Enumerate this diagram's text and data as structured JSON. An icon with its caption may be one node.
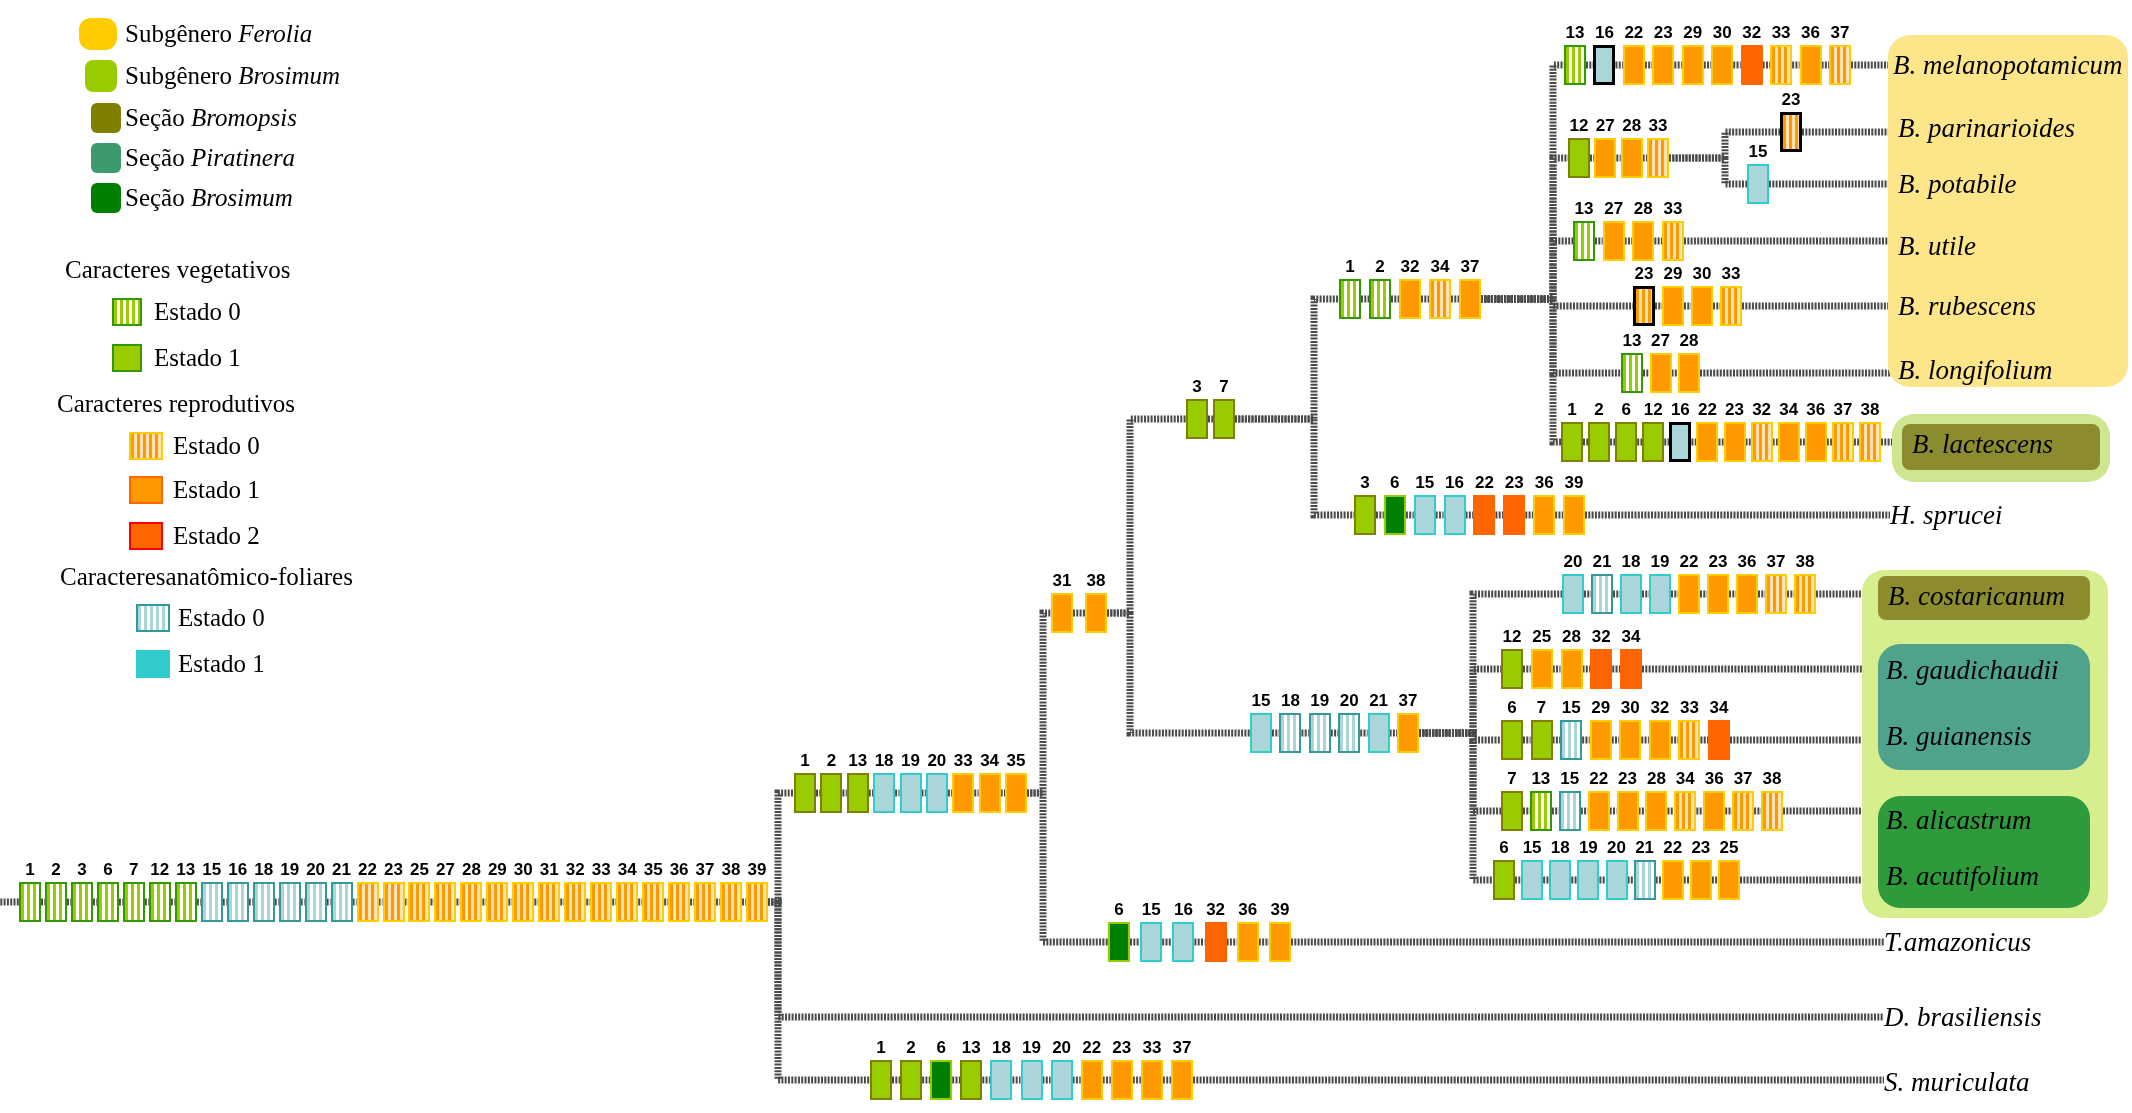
{
  "diagram": {
    "nodes": [
      {
        "text": [
          "1"
        ]
      },
      {
        "text": [
          "2"
        ]
      },
      {
        "text": [
          "3"
        ]
      },
      {
        "text": [
          "6"
        ]
      },
      {
        "text": [
          "7"
        ]
      },
      {
        "text": [
          "12"
        ]
      },
      {
        "text": [
          "13"
        ]
      },
      {
        "text": [
          "15"
        ]
      },
      {
        "text": [
          "16"
        ]
      },
      {
        "text": [
          "18"
        ]
      },
      {
        "text": [
          "19"
        ]
      },
      {
        "text": [
          "20"
        ]
      },
      {
        "text": [
          "21"
        ]
      },
      {
        "text": [
          "22"
        ]
      },
      {
        "text": [
          "23"
        ]
      },
      {
        "text": [
          "25"
        ]
      },
      {
        "text": [
          "27"
        ]
      },
      {
        "text": [
          "28"
        ]
      },
      {
        "text": [
          "29"
        ]
      },
      {
        "text": [
          "30"
        ]
      },
      {
        "text": [
          "31"
        ]
      },
      {
        "text": [
          "32"
        ]
      },
      {
        "text": [
          "33"
        ]
      },
      {
        "text": [
          "34"
        ]
      },
      {
        "text": [
          "35"
        ]
      },
      {
        "text": [
          "36"
        ]
      },
      {
        "text": [
          "37"
        ]
      },
      {
        "text": [
          "38"
        ]
      },
      {
        "text": [
          "39"
        ]
      },
      {
        "text": [
          "1"
        ]
      },
      {
        "text": [
          "2"
        ]
      },
      {
        "text": [
          "13"
        ]
      },
      {
        "text": [
          "18"
        ]
      },
      {
        "text": [
          "19"
        ]
      },
      {
        "text": [
          "20"
        ]
      },
      {
        "text": [
          "33"
        ]
      },
      {
        "text": [
          "34"
        ]
      },
      {
        "text": [
          "35"
        ]
      },
      {
        "text": [
          "31"
        ]
      },
      {
        "text": [
          "38"
        ]
      },
      {
        "text": [
          "3"
        ]
      },
      {
        "text": [
          "7"
        ]
      },
      {
        "text": [
          "1"
        ]
      },
      {
        "text": [
          "2"
        ]
      },
      {
        "text": [
          "32"
        ]
      },
      {
        "text": [
          "34"
        ]
      },
      {
        "text": [
          "37"
        ]
      },
      {
        "text": [
          "13"
        ]
      },
      {
        "text": [
          "16"
        ]
      },
      {
        "text": [
          "22"
        ]
      },
      {
        "text": [
          "23"
        ]
      },
      {
        "text": [
          "29"
        ]
      },
      {
        "text": [
          "30"
        ]
      },
      {
        "text": [
          "32"
        ]
      },
      {
        "text": [
          "33"
        ]
      },
      {
        "text": [
          "36"
        ]
      },
      {
        "text": [
          "37"
        ]
      },
      {
        "text": [
          "12"
        ]
      },
      {
        "text": [
          "27"
        ]
      },
      {
        "text": [
          "28"
        ]
      },
      {
        "text": [
          "33"
        ]
      },
      {
        "text": [
          "23"
        ]
      },
      {
        "text": [
          "15"
        ]
      },
      {
        "text": [
          "13"
        ]
      },
      {
        "text": [
          "27"
        ]
      },
      {
        "text": [
          "28"
        ]
      },
      {
        "text": [
          "33"
        ]
      },
      {
        "text": [
          "23"
        ]
      },
      {
        "text": [
          "29"
        ]
      },
      {
        "text": [
          "30"
        ]
      },
      {
        "text": [
          "33"
        ]
      },
      {
        "text": [
          "13"
        ]
      },
      {
        "text": [
          "27"
        ]
      },
      {
        "text": [
          "28"
        ]
      },
      {
        "text": [
          "1"
        ]
      },
      {
        "text": [
          "2"
        ]
      },
      {
        "text": [
          "6"
        ]
      },
      {
        "text": [
          "12"
        ]
      },
      {
        "text": [
          "16"
        ]
      },
      {
        "text": [
          "22"
        ]
      },
      {
        "text": [
          "23"
        ]
      },
      {
        "text": [
          "32"
        ]
      },
      {
        "text": [
          "34"
        ]
      },
      {
        "text": [
          "36"
        ]
      },
      {
        "text": [
          "37"
        ]
      },
      {
        "text": [
          "38"
        ]
      },
      {
        "text": [
          "3"
        ]
      },
      {
        "text": [
          "6"
        ]
      },
      {
        "text": [
          "15"
        ]
      },
      {
        "text": [
          "16"
        ]
      },
      {
        "text": [
          "22"
        ]
      },
      {
        "text": [
          "23"
        ]
      },
      {
        "text": [
          "36"
        ]
      },
      {
        "text": [
          "39"
        ]
      },
      {
        "text": [
          "15"
        ]
      },
      {
        "text": [
          "18"
        ]
      },
      {
        "text": [
          "19"
        ]
      },
      {
        "text": [
          "20"
        ]
      },
      {
        "text": [
          "21"
        ]
      },
      {
        "text": [
          "37"
        ]
      },
      {
        "text": [
          "20"
        ]
      },
      {
        "text": [
          "21"
        ]
      },
      {
        "text": [
          "18"
        ]
      },
      {
        "text": [
          "19"
        ]
      },
      {
        "text": [
          "22"
        ]
      },
      {
        "text": [
          "23"
        ]
      },
      {
        "text": [
          "36"
        ]
      },
      {
        "text": [
          "37"
        ]
      },
      {
        "text": [
          "38"
        ]
      },
      {
        "text": [
          "12"
        ]
      },
      {
        "text": [
          "25"
        ]
      },
      {
        "text": [
          "28"
        ]
      },
      {
        "text": [
          "32"
        ]
      },
      {
        "text": [
          "34"
        ]
      },
      {
        "text": [
          "6"
        ]
      },
      {
        "text": [
          "7"
        ]
      },
      {
        "text": [
          "15"
        ]
      },
      {
        "text": [
          "29"
        ]
      },
      {
        "text": [
          "30"
        ]
      },
      {
        "text": [
          "32"
        ]
      },
      {
        "text": [
          "33"
        ]
      },
      {
        "text": [
          "34"
        ]
      },
      {
        "text": [
          "7"
        ]
      },
      {
        "text": [
          "13"
        ]
      },
      {
        "text": [
          "15"
        ]
      },
      {
        "text": [
          "22"
        ]
      },
      {
        "text": [
          "23"
        ]
      },
      {
        "text": [
          "28"
        ]
      },
      {
        "text": [
          "34"
        ]
      },
      {
        "text": [
          "36"
        ]
      },
      {
        "text": [
          "37"
        ]
      },
      {
        "text": [
          "38"
        ]
      },
      {
        "text": [
          "6"
        ]
      },
      {
        "text": [
          "15"
        ]
      },
      {
        "text": [
          "18"
        ]
      },
      {
        "text": [
          "19"
        ]
      },
      {
        "text": [
          "20"
        ]
      },
      {
        "text": [
          "21"
        ]
      },
      {
        "text": [
          "22"
        ]
      },
      {
        "text": [
          "23"
        ]
      },
      {
        "text": [
          "25"
        ]
      },
      {
        "text": [
          "6"
        ]
      },
      {
        "text": [
          "15"
        ]
      },
      {
        "text": [
          "16"
        ]
      },
      {
        "text": [
          "32"
        ]
      },
      {
        "text": [
          "36"
        ]
      },
      {
        "text": [
          "39"
        ]
      },
      {
        "text": [
          "1"
        ]
      },
      {
        "text": [
          "2"
        ]
      },
      {
        "text": [
          "6"
        ]
      },
      {
        "text": [
          "13"
        ]
      },
      {
        "text": [
          "18"
        ]
      },
      {
        "text": [
          "19"
        ]
      },
      {
        "text": [
          "20"
        ]
      },
      {
        "text": [
          "22"
        ]
      },
      {
        "text": [
          "23"
        ]
      },
      {
        "text": [
          "33"
        ]
      },
      {
        "text": [
          "37"
        ]
      },
      {
        "text": [],
        "shape": "box"
      },
      {
        "text": [
          "B. melanopotamicum"
        ],
        "in": 158
      },
      {
        "text": [
          "B. parinarioides"
        ],
        "in": 158
      },
      {
        "text": [
          "B. potabile"
        ],
        "in": 158
      },
      {
        "text": [
          "B. utile"
        ],
        "in": 158
      },
      {
        "text": [
          "B. rubescens"
        ],
        "in": 158
      },
      {
        "text": [
          "B. longifolium"
        ],
        "in": 158
      },
      {
        "text": [],
        "shape": "box"
      },
      {
        "text": [
          "B. lactescens"
        ],
        "in": 165
      },
      {
        "text": [
          "H. sprucei"
        ]
      },
      {
        "text": [],
        "shape": "box"
      },
      {
        "text": [
          "B. costaricanum"
        ],
        "in": 168
      },
      {
        "text": [],
        "shape": "box",
        "in": 168
      },
      {
        "text": [
          "B. gaudichaudii"
        ],
        "in": 170
      },
      {
        "text": [
          "B. guianensis"
        ],
        "in": 170
      },
      {
        "text": [],
        "shape": "box",
        "in": 168
      },
      {
        "text": [
          "B. alicastrum"
        ],
        "in": 173
      },
      {
        "text": [
          "B. acutifolium"
        ],
        "in": 173
      },
      {
        "text": [
          "T.amazonicus"
        ]
      },
      {
        "text": [
          "D. brasiliensis"
        ]
      },
      {
        "text": [
          "S. muriculata"
        ]
      }
    ],
    "edges": [
      {
        "from": null,
        "to": 0,
        "arrow": "none"
      },
      {
        "from": 0,
        "to": 1,
        "arrow": "none"
      },
      {
        "from": 1,
        "to": 2,
        "arrow": "none"
      },
      {
        "from": 2,
        "to": 3,
        "arrow": "none"
      },
      {
        "from": 3,
        "to": 4,
        "arrow": "none"
      },
      {
        "from": 4,
        "to": 5,
        "arrow": "none"
      },
      {
        "from": 5,
        "to": 6,
        "arrow": "none"
      },
      {
        "from": 6,
        "to": 7,
        "arrow": "none"
      },
      {
        "from": 7,
        "to": 8,
        "arrow": "none"
      },
      {
        "from": 8,
        "to": 9,
        "arrow": "none"
      },
      {
        "from": 9,
        "to": 10,
        "arrow": "none"
      },
      {
        "from": 10,
        "to": 11,
        "arrow": "none"
      },
      {
        "from": 11,
        "to": 12,
        "arrow": "none"
      },
      {
        "from": 12,
        "to": 13,
        "arrow": "none"
      },
      {
        "from": 13,
        "to": 14,
        "arrow": "none"
      },
      {
        "from": 14,
        "to": 15,
        "arrow": "none"
      },
      {
        "from": 15,
        "to": 16,
        "arrow": "none"
      },
      {
        "from": 16,
        "to": 17,
        "arrow": "none"
      },
      {
        "from": 17,
        "to": 18,
        "arrow": "none"
      },
      {
        "from": 18,
        "to": 19,
        "arrow": "none"
      },
      {
        "from": 19,
        "to": 20,
        "arrow": "none"
      },
      {
        "from": 20,
        "to": 21,
        "arrow": "none"
      },
      {
        "from": 21,
        "to": 22,
        "arrow": "none"
      },
      {
        "from": 22,
        "to": 23,
        "arrow": "none"
      },
      {
        "from": 23,
        "to": 24,
        "arrow": "none"
      },
      {
        "from": 24,
        "to": 25,
        "arrow": "none"
      },
      {
        "from": 25,
        "to": 26,
        "arrow": "none"
      },
      {
        "from": 26,
        "to": 27,
        "arrow": "none"
      },
      {
        "from": 27,
        "to": 28,
        "arrow": "none"
      },
      {
        "from": 28,
        "to": 29,
        "arrow": "none"
      },
      {
        "from": 28,
        "to": 177,
        "arrow": "none"
      },
      {
        "from": 28,
        "to": 147,
        "arrow": "none"
      },
      {
        "from": 29,
        "to": 30,
        "arrow": "none"
      },
      {
        "from": 30,
        "to": 31,
        "arrow": "none"
      },
      {
        "from": 31,
        "to": 32,
        "arrow": "none"
      },
      {
        "from": 32,
        "to": 33,
        "arrow": "none"
      },
      {
        "from": 33,
        "to": 34,
        "arrow": "none"
      },
      {
        "from": 34,
        "to": 35,
        "arrow": "none"
      },
      {
        "from": 35,
        "to": 36,
        "arrow": "none"
      },
      {
        "from": 36,
        "to": 37,
        "arrow": "none"
      },
      {
        "from": 37,
        "to": 38,
        "arrow": "none"
      },
      {
        "from": 37,
        "to": 141,
        "arrow": "none"
      },
      {
        "from": 38,
        "to": 39,
        "arrow": "none"
      },
      {
        "from": 39,
        "to": 40,
        "arrow": "none"
      },
      {
        "from": 39,
        "to": 94,
        "arrow": "none"
      },
      {
        "from": 40,
        "to": 41,
        "arrow": "none"
      },
      {
        "from": 41,
        "to": 42,
        "arrow": "none"
      },
      {
        "from": 41,
        "to": 86,
        "arrow": "none"
      },
      {
        "from": 42,
        "to": 43,
        "arrow": "none"
      },
      {
        "from": 43,
        "to": 44,
        "arrow": "none"
      },
      {
        "from": 44,
        "to": 45,
        "arrow": "none"
      },
      {
        "from": 45,
        "to": 46,
        "arrow": "none"
      },
      {
        "from": 46,
        "to": 47,
        "arrow": "none"
      },
      {
        "from": 46,
        "to": 57,
        "arrow": "none"
      },
      {
        "from": 46,
        "to": 63,
        "arrow": "none"
      },
      {
        "from": 46,
        "to": 67,
        "arrow": "none"
      },
      {
        "from": 46,
        "to": 71,
        "arrow": "none"
      },
      {
        "from": 46,
        "to": 74,
        "arrow": "none"
      },
      {
        "from": 47,
        "to": 48,
        "arrow": "none"
      },
      {
        "from": 48,
        "to": 49,
        "arrow": "none"
      },
      {
        "from": 49,
        "to": 50,
        "arrow": "none"
      },
      {
        "from": 50,
        "to": 51,
        "arrow": "none"
      },
      {
        "from": 51,
        "to": 52,
        "arrow": "none"
      },
      {
        "from": 52,
        "to": 53,
        "arrow": "none"
      },
      {
        "from": 53,
        "to": 54,
        "arrow": "none"
      },
      {
        "from": 54,
        "to": 55,
        "arrow": "none"
      },
      {
        "from": 55,
        "to": 56,
        "arrow": "none"
      },
      {
        "from": 56,
        "to": 159,
        "arrow": "none"
      },
      {
        "from": 57,
        "to": 58,
        "arrow": "none"
      },
      {
        "from": 58,
        "to": 59,
        "arrow": "none"
      },
      {
        "from": 59,
        "to": 60,
        "arrow": "none"
      },
      {
        "from": 60,
        "to": 61,
        "arrow": "none"
      },
      {
        "from": 60,
        "to": 62,
        "arrow": "none"
      },
      {
        "from": 61,
        "to": 160,
        "arrow": "none"
      },
      {
        "from": 62,
        "to": 161,
        "arrow": "none"
      },
      {
        "from": 63,
        "to": 64,
        "arrow": "none"
      },
      {
        "from": 64,
        "to": 65,
        "arrow": "none"
      },
      {
        "from": 65,
        "to": 66,
        "arrow": "none"
      },
      {
        "from": 66,
        "to": 162,
        "arrow": "none"
      },
      {
        "from": 67,
        "to": 68,
        "arrow": "none"
      },
      {
        "from": 68,
        "to": 69,
        "arrow": "none"
      },
      {
        "from": 69,
        "to": 70,
        "arrow": "none"
      },
      {
        "from": 70,
        "to": 163,
        "arrow": "none"
      },
      {
        "from": 71,
        "to": 72,
        "arrow": "none"
      },
      {
        "from": 72,
        "to": 73,
        "arrow": "none"
      },
      {
        "from": 73,
        "to": 164,
        "arrow": "none"
      },
      {
        "from": 74,
        "to": 75,
        "arrow": "none"
      },
      {
        "from": 75,
        "to": 76,
        "arrow": "none"
      },
      {
        "from": 76,
        "to": 77,
        "arrow": "none"
      },
      {
        "from": 77,
        "to": 78,
        "arrow": "none"
      },
      {
        "from": 78,
        "to": 79,
        "arrow": "none"
      },
      {
        "from": 79,
        "to": 80,
        "arrow": "none"
      },
      {
        "from": 80,
        "to": 81,
        "arrow": "none"
      },
      {
        "from": 81,
        "to": 82,
        "arrow": "none"
      },
      {
        "from": 82,
        "to": 83,
        "arrow": "none"
      },
      {
        "from": 83,
        "to": 84,
        "arrow": "none"
      },
      {
        "from": 84,
        "to": 85,
        "arrow": "none"
      },
      {
        "from": 85,
        "to": 166,
        "arrow": "none"
      },
      {
        "from": 86,
        "to": 87,
        "arrow": "none"
      },
      {
        "from": 87,
        "to": 88,
        "arrow": "none"
      },
      {
        "from": 88,
        "to": 89,
        "arrow": "none"
      },
      {
        "from": 89,
        "to": 90,
        "arrow": "none"
      },
      {
        "from": 90,
        "to": 91,
        "arrow": "none"
      },
      {
        "from": 91,
        "to": 92,
        "arrow": "none"
      },
      {
        "from": 92,
        "to": 93,
        "arrow": "none"
      },
      {
        "from": 93,
        "to": 167,
        "arrow": "none"
      },
      {
        "from": 94,
        "to": 95,
        "arrow": "none"
      },
      {
        "from": 95,
        "to": 96,
        "arrow": "none"
      },
      {
        "from": 96,
        "to": 97,
        "arrow": "none"
      },
      {
        "from": 97,
        "to": 98,
        "arrow": "none"
      },
      {
        "from": 98,
        "to": 99,
        "arrow": "none"
      },
      {
        "from": 99,
        "to": 100,
        "arrow": "none"
      },
      {
        "from": 99,
        "to": 109,
        "arrow": "none"
      },
      {
        "from": 99,
        "to": 114,
        "arrow": "none"
      },
      {
        "from": 99,
        "to": 122,
        "arrow": "none"
      },
      {
        "from": 99,
        "to": 132,
        "arrow": "none"
      },
      {
        "from": 100,
        "to": 101,
        "arrow": "none"
      },
      {
        "from": 101,
        "to": 102,
        "arrow": "none"
      },
      {
        "from": 102,
        "to": 103,
        "arrow": "none"
      },
      {
        "from": 103,
        "to": 104,
        "arrow": "none"
      },
      {
        "from": 104,
        "to": 105,
        "arrow": "none"
      },
      {
        "from": 105,
        "to": 106,
        "arrow": "none"
      },
      {
        "from": 106,
        "to": 107,
        "arrow": "none"
      },
      {
        "from": 107,
        "to": 108,
        "arrow": "none"
      },
      {
        "from": 108,
        "to": 169,
        "arrow": "none"
      },
      {
        "from": 109,
        "to": 110,
        "arrow": "none"
      },
      {
        "from": 110,
        "to": 111,
        "arrow": "none"
      },
      {
        "from": 111,
        "to": 112,
        "arrow": "none"
      },
      {
        "from": 112,
        "to": 113,
        "arrow": "none"
      },
      {
        "from": 113,
        "to": 171,
        "arrow": "none"
      },
      {
        "from": 114,
        "to": 115,
        "arrow": "none"
      },
      {
        "from": 115,
        "to": 116,
        "arrow": "none"
      },
      {
        "from": 116,
        "to": 117,
        "arrow": "none"
      },
      {
        "from": 117,
        "to": 118,
        "arrow": "none"
      },
      {
        "from": 118,
        "to": 119,
        "arrow": "none"
      },
      {
        "from": 119,
        "to": 120,
        "arrow": "none"
      },
      {
        "from": 120,
        "to": 121,
        "arrow": "none"
      },
      {
        "from": 121,
        "to": 172,
        "arrow": "none"
      },
      {
        "from": 122,
        "to": 123,
        "arrow": "none"
      },
      {
        "from": 123,
        "to": 124,
        "arrow": "none"
      },
      {
        "from": 124,
        "to": 125,
        "arrow": "none"
      },
      {
        "from": 125,
        "to": 126,
        "arrow": "none"
      },
      {
        "from": 126,
        "to": 127,
        "arrow": "none"
      },
      {
        "from": 127,
        "to": 128,
        "arrow": "none"
      },
      {
        "from": 128,
        "to": 129,
        "arrow": "none"
      },
      {
        "from": 129,
        "to": 130,
        "arrow": "none"
      },
      {
        "from": 130,
        "to": 131,
        "arrow": "none"
      },
      {
        "from": 131,
        "to": 174,
        "arrow": "none"
      },
      {
        "from": 132,
        "to": 133,
        "arrow": "none"
      },
      {
        "from": 133,
        "to": 134,
        "arrow": "none"
      },
      {
        "from": 134,
        "to": 135,
        "arrow": "none"
      },
      {
        "from": 135,
        "to": 136,
        "arrow": "none"
      },
      {
        "from": 136,
        "to": 137,
        "arrow": "none"
      },
      {
        "from": 137,
        "to": 138,
        "arrow": "none"
      },
      {
        "from": 138,
        "to": 139,
        "arrow": "none"
      },
      {
        "from": 139,
        "to": 140,
        "arrow": "none"
      },
      {
        "from": 140,
        "to": 175,
        "arrow": "none"
      },
      {
        "from": 141,
        "to": 142,
        "arrow": "none"
      },
      {
        "from": 142,
        "to": 143,
        "arrow": "none"
      },
      {
        "from": 143,
        "to": 144,
        "arrow": "none"
      },
      {
        "from": 144,
        "to": 145,
        "arrow": "none"
      },
      {
        "from": 145,
        "to": 146,
        "arrow": "none"
      },
      {
        "from": 146,
        "to": 176,
        "arrow": "none"
      },
      {
        "from": 147,
        "to": 148,
        "arrow": "none"
      },
      {
        "from": 148,
        "to": 149,
        "arrow": "none"
      },
      {
        "from": 149,
        "to": 150,
        "arrow": "none"
      },
      {
        "from": 150,
        "to": 151,
        "arrow": "none"
      },
      {
        "from": 151,
        "to": 152,
        "arrow": "none"
      },
      {
        "from": 152,
        "to": 153,
        "arrow": "none"
      },
      {
        "from": 153,
        "to": 154,
        "arrow": "none"
      },
      {
        "from": 154,
        "to": 155,
        "arrow": "none"
      },
      {
        "from": 155,
        "to": 156,
        "arrow": "none"
      },
      {
        "from": 156,
        "to": 157,
        "arrow": "none"
      },
      {
        "from": 157,
        "to": 178,
        "arrow": "none"
      }
    ],
    "labels": [
      "Caracteres vegetativos",
      "Caracteres reprodutivos",
      "Caracteresanatômico-foliares"
    ],
    "legend": [
      {
        "text": "Subgênero *Ferolia*",
        "color": "#ffcc00"
      },
      {
        "text": "Subgênero *Brosimum*",
        "color": "#99cc00"
      },
      {
        "text": "Seção *Bromopsis*",
        "color": "#808000"
      },
      {
        "text": "Seção *Piratinera*",
        "color": "#3d9a6e"
      },
      {
        "text": "Seção *Brosimum*",
        "color": "#008000"
      },
      {
        "text": "Estado 0"
      },
      {
        "text": "Estado 1",
        "color": "#99cc00"
      },
      {
        "text": "Estado 0"
      },
      {
        "text": "Estado 1",
        "color": "#ff9900"
      },
      {
        "text": "Estado 2",
        "color": "#ff6600"
      },
      {
        "text": "Estado 0"
      },
      {
        "text": "Estado 1",
        "color": "#33cccc"
      }
    ]
  }
}
